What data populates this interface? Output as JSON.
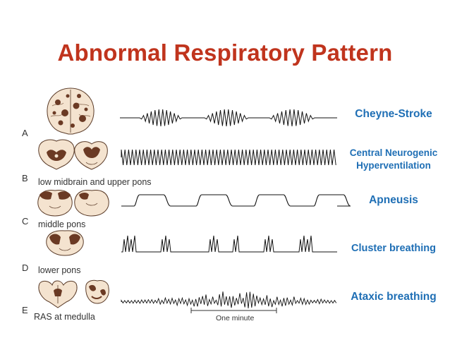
{
  "title": "Abnormal Respiratory Pattern",
  "rows": [
    {
      "letter": "A",
      "region": "",
      "pattern": "Cheyne-Stroke"
    },
    {
      "letter": "B",
      "region": "low midbrain and upper pons",
      "pattern_line1": "Central Neurogenic",
      "pattern_line2": "Hyperventilation"
    },
    {
      "letter": "C",
      "region": "middle pons",
      "pattern": "Apneusis"
    },
    {
      "letter": "D",
      "region": "lower pons",
      "pattern": "Cluster breathing"
    },
    {
      "letter": "E",
      "region": "RAS at medulla",
      "pattern": "Ataxic breathing"
    }
  ],
  "time_scale": "One minute",
  "colors": {
    "title": "#c0341d",
    "pattern_label": "#1f6fb5",
    "lesion": "#6b3a24",
    "brain_tissue": "#f4e3cf",
    "trace": "#111111"
  }
}
